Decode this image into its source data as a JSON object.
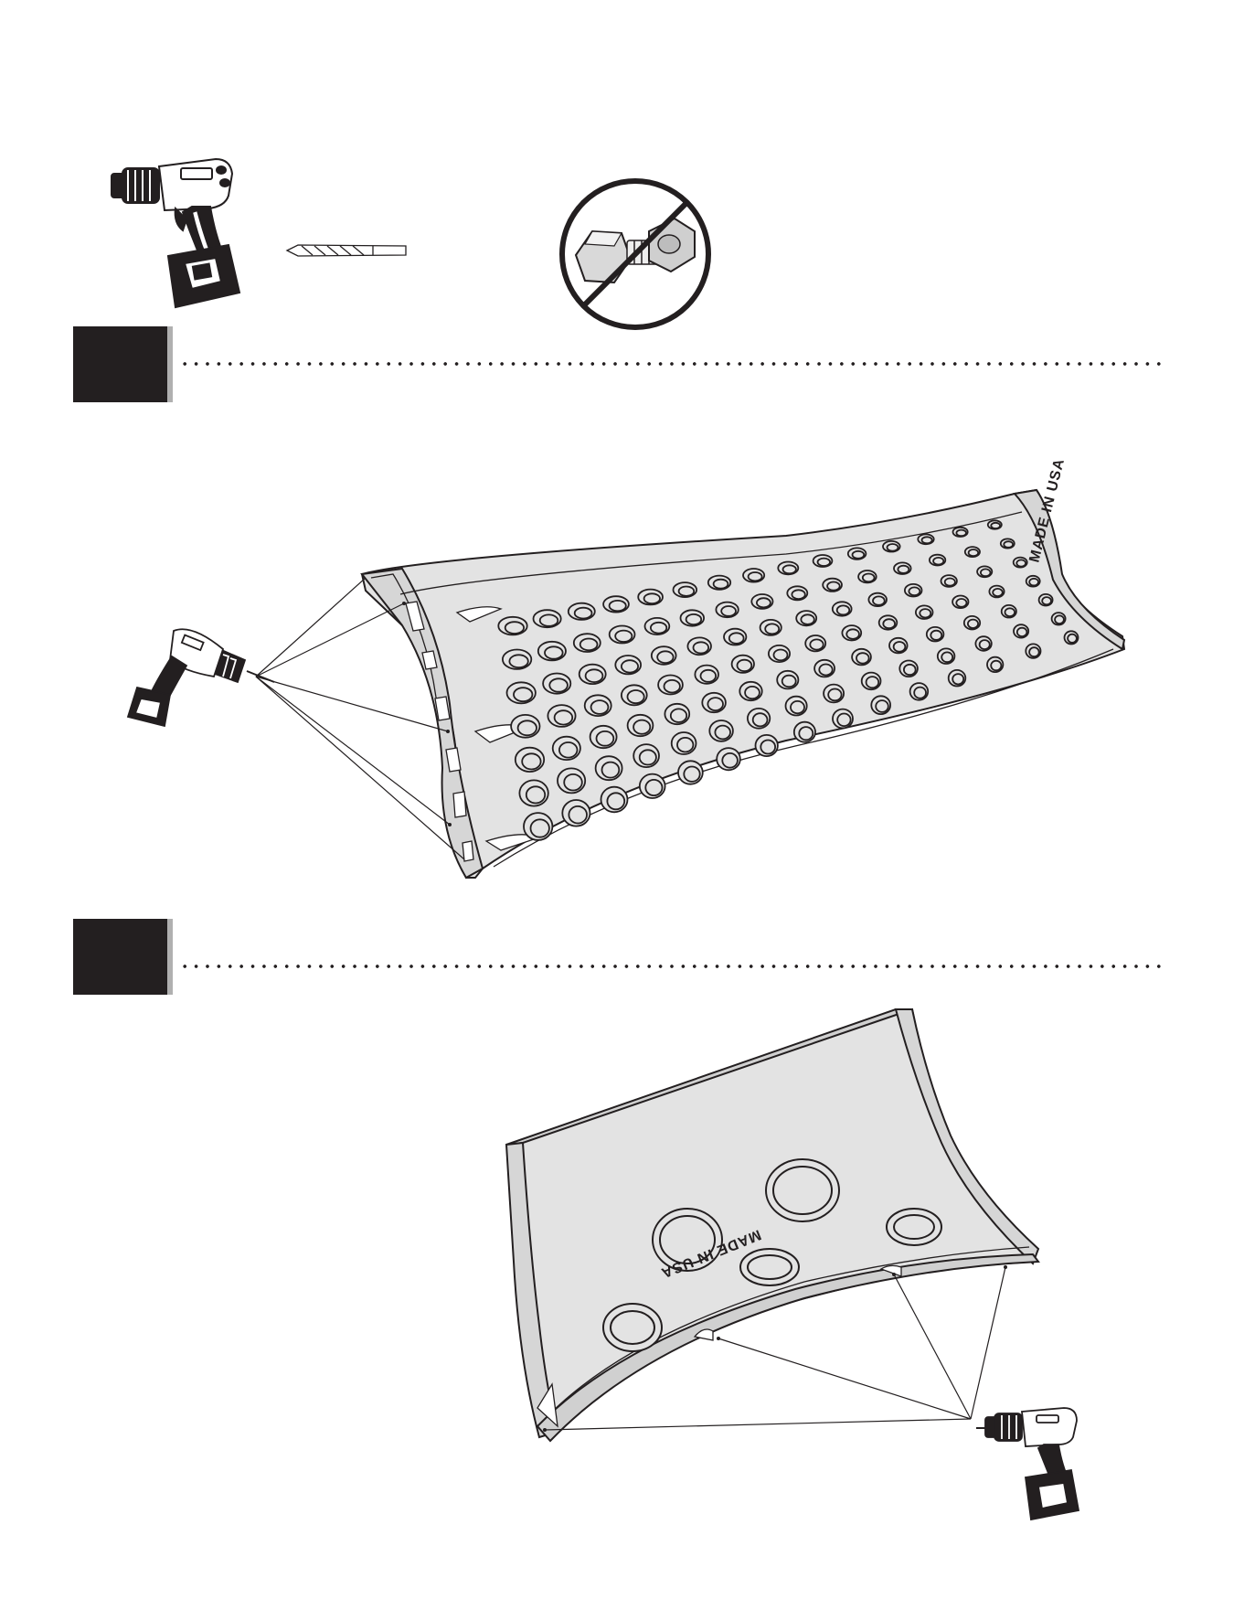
{
  "page": {
    "title": "",
    "background": "#ffffff"
  },
  "tools": {
    "drill_icon": "cordless-drill-icon",
    "bit_icon": "drill-bit-icon",
    "no_hardware_icon": "no-nuts-bolts-icon"
  },
  "steps": [
    {
      "number": "",
      "illustration": "drill-pilot-holes-large-panel"
    },
    {
      "number": "",
      "illustration": "drill-pilot-holes-small-panel"
    }
  ],
  "panel_text": {
    "stamp_large": "MADE IN USA",
    "stamp_small": "MADE IN USA"
  },
  "colors": {
    "ink": "#231f20",
    "panel": "#e3e3e3",
    "step_shadow": "#b0b0b0"
  }
}
